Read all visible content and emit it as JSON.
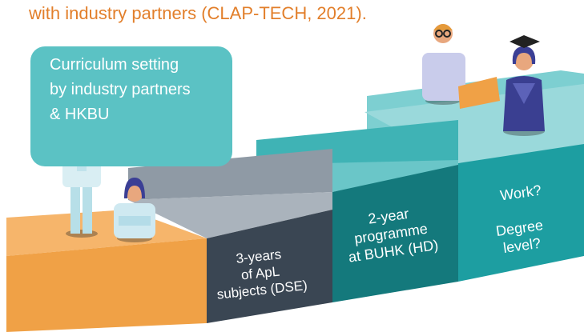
{
  "caption": "with industry partners (CLAP-TECH, 2021).",
  "note": {
    "lines": [
      "Curriculum setting",
      "by industry partners",
      "& HKBU"
    ]
  },
  "steps": [
    {
      "name": "starting step",
      "color": "#f0a146"
    },
    {
      "name": "apl step",
      "lines": [
        "3-years",
        "of ApL",
        "subjects (DSE)"
      ],
      "color": "#3a4653"
    },
    {
      "name": "buhk step",
      "lines": [
        "2-year",
        "programme",
        "at BUHK (HD)"
      ],
      "color": "#14797c"
    },
    {
      "name": "top step",
      "lines": [
        "Work?",
        "Degree",
        "level?"
      ],
      "color": "#1d9ea1"
    }
  ],
  "figures": [
    "industry-partner-figure",
    "student-figure",
    "teacher-with-laptop-figure",
    "graduate-figure"
  ],
  "colors": {
    "caption": "#e27f2b",
    "note_background": "#5bc2c4",
    "laptop": "#f0a146",
    "gown": "#3a3f91"
  }
}
